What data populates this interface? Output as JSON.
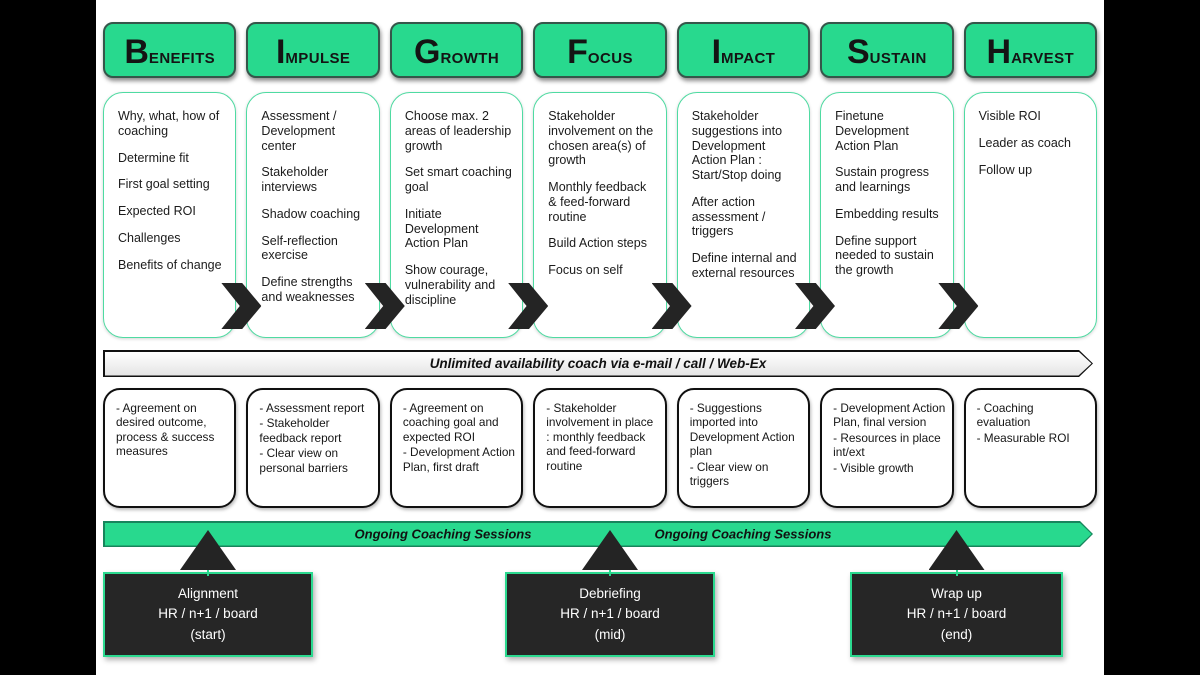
{
  "colors": {
    "green": "#28d98e",
    "green_border": "#4fdba2",
    "dark": "#262626",
    "black": "#101010",
    "white": "#ffffff"
  },
  "phases": [
    {
      "name": "Benefits",
      "initial": "B",
      "rest": "ENEFITS",
      "items": [
        "Why, what, how of coaching",
        "Determine fit",
        "First goal setting",
        "Expected ROI",
        "Challenges",
        "Benefits of change"
      ],
      "deliverables": [
        "- Agreement on desired outcome, process & success measures"
      ]
    },
    {
      "name": "Impulse",
      "initial": "I",
      "rest": "MPULSE",
      "items": [
        "Assessment / Development center",
        "Stakeholder interviews",
        "Shadow coaching",
        "Self-reflection exercise",
        "Define strengths and weaknesses"
      ],
      "deliverables": [
        "- Assessment report",
        "- Stakeholder feedback report",
        "- Clear view on personal barriers"
      ]
    },
    {
      "name": "Growth",
      "initial": "G",
      "rest": "ROWTH",
      "items": [
        "Choose max. 2 areas of leadership growth",
        "Set smart coaching goal",
        "Initiate Development Action Plan",
        "Show courage, vulnerability and discipline"
      ],
      "deliverables": [
        "- Agreement on coaching goal and expected ROI",
        "- Development Action Plan, first draft"
      ]
    },
    {
      "name": "Focus",
      "initial": "F",
      "rest": "OCUS",
      "items": [
        "Stakeholder involvement on the chosen area(s) of growth",
        "Monthly feedback & feed-forward routine",
        "Build Action steps",
        "Focus on self"
      ],
      "deliverables": [
        "- Stakeholder involvement in place : monthly feedback and feed-forward routine"
      ]
    },
    {
      "name": "Impact",
      "initial": "I",
      "rest": "MPACT",
      "items": [
        "Stakeholder suggestions into Development Action Plan : Start/Stop doing",
        "After action assessment / triggers",
        "Define internal and external resources"
      ],
      "deliverables": [
        "- Suggestions imported into Development Action plan",
        "- Clear view on triggers"
      ]
    },
    {
      "name": "Sustain",
      "initial": "S",
      "rest": "USTAIN",
      "items": [
        "Finetune Development Action Plan",
        "Sustain progress and learnings",
        "Embedding results",
        "Define support needed to sustain the growth"
      ],
      "deliverables": [
        "- Development Action Plan, final version",
        "- Resources in place int/ext",
        "- Visible growth"
      ]
    },
    {
      "name": "Harvest",
      "initial": "H",
      "rest": "ARVEST",
      "items": [
        "Visible ROI",
        "Leader as coach",
        "Follow up"
      ],
      "deliverables": [
        "- Coaching evaluation",
        "- Measurable ROI"
      ]
    }
  ],
  "availability_banner": "Unlimited availability coach via e-mail / call / Web-Ex",
  "band": {
    "labels": [
      "Ongoing Coaching Sessions",
      "Ongoing Coaching Sessions"
    ]
  },
  "milestones": [
    {
      "lines": [
        "Alignment",
        "HR / n+1 / board",
        "(start)"
      ]
    },
    {
      "lines": [
        "Debriefing",
        "HR / n+1 / board",
        "(mid)"
      ]
    },
    {
      "lines": [
        "Wrap up",
        "HR / n+1 / board",
        "(end)"
      ]
    }
  ]
}
